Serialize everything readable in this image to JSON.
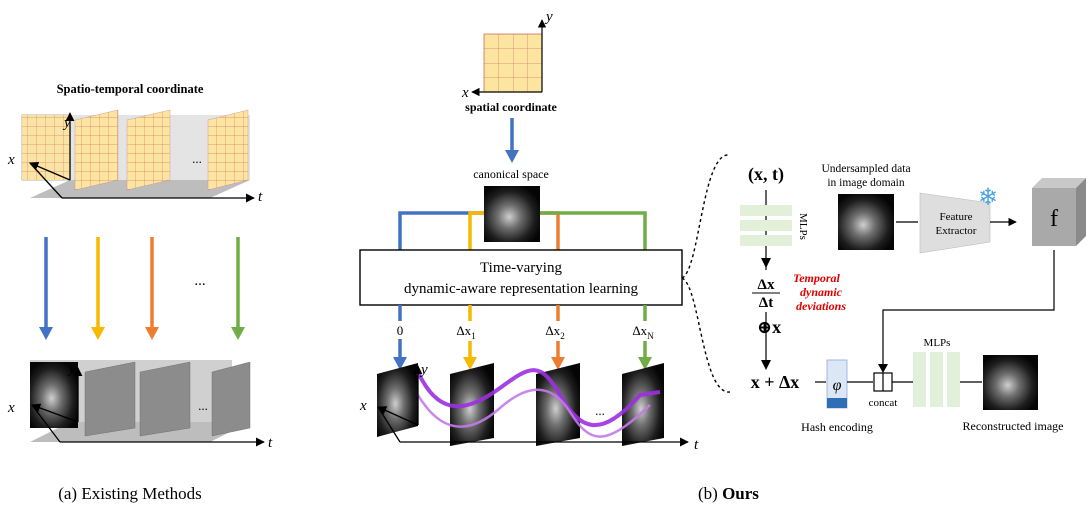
{
  "left": {
    "title": "Spatio-temporal coordinate",
    "axis_x": "x",
    "axis_y": "y",
    "axis_t": "t",
    "ellipsis": "...",
    "caption": "(a) Existing Methods",
    "arrow_colors": [
      "#4472c4",
      "#f6b800",
      "#ed7d31",
      "#70ad47"
    ]
  },
  "middle": {
    "spatial_label": "spatial coordinate",
    "axis_x": "x",
    "axis_y": "y",
    "canonical_label": "canonical space",
    "box_line1": "Time-varying",
    "box_line2": "dynamic-aware representation learning",
    "deltas": [
      "0",
      "Δx",
      "Δx",
      "Δx"
    ],
    "delta_subs": [
      "",
      "1",
      "2",
      "N"
    ],
    "axis_t": "t",
    "ellipsis": "...",
    "trajectory_color": "#9b30e0"
  },
  "right": {
    "input_label": "(x, t)",
    "mlps_label": "MLPs",
    "deviation_num": "Δx",
    "deviation_den": "Δt",
    "temporal_line1": "Temporal",
    "temporal_line2": "dynamic",
    "temporal_line3": "deviations",
    "oplus_x": "⊕x",
    "sum_label": "x + Δx",
    "phi": "φ",
    "hash_label": "Hash encoding",
    "concat_label": "concat",
    "mlps2_label": "MLPs",
    "undersampled_line1": "Undersampled data",
    "undersampled_line2": "in image domain",
    "extractor_line1": "Feature",
    "extractor_line2": "Extractor",
    "feature_label": "f",
    "reconstructed_label": "Reconstructed image",
    "snowflake": "❄",
    "caption_prefix": "(b) ",
    "caption_bold": "Ours"
  }
}
